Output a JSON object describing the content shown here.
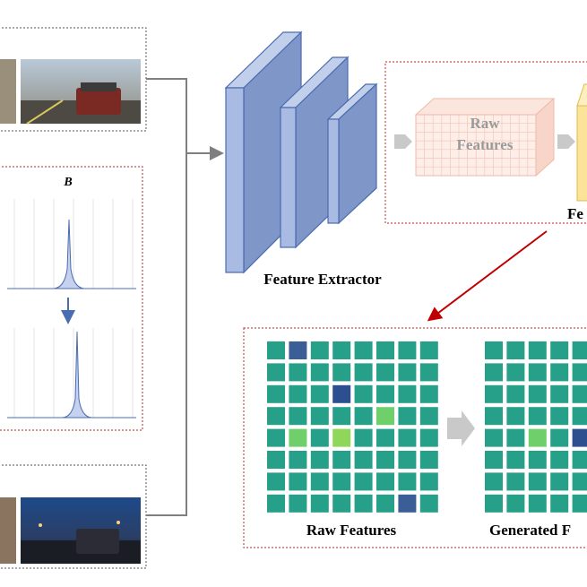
{
  "panel_b": {
    "label": "B"
  },
  "extractor": {
    "label": "Feature Extractor"
  },
  "raw_block": {
    "label_line1": "Raw",
    "label_line2": "Features"
  },
  "generated_block": {
    "partial_label": "Fe"
  },
  "grids": {
    "raw_label": "Raw Features",
    "generated_label": "Generated F"
  },
  "colors": {
    "cube_blue": "#9db3dd",
    "cube_edge": "#4a6cb0",
    "dotted_red": "#c0504d",
    "arrow_red": "#c00000",
    "grid_cell": "#27a08a",
    "gray_line": "#7f7f7f"
  },
  "raw_grid_cells": [
    "t",
    "b",
    "t",
    "t",
    "t",
    "t",
    "t",
    "t",
    "t",
    "t",
    "t",
    "t",
    "t",
    "t",
    "t",
    "t",
    "t",
    "t",
    "t",
    "d",
    "t",
    "t",
    "t",
    "t",
    "t",
    "t",
    "t",
    "t",
    "t",
    "g",
    "t",
    "t",
    "t",
    "g",
    "t",
    "l",
    "t",
    "t",
    "t",
    "t",
    "t",
    "t",
    "t",
    "t",
    "t",
    "t",
    "t",
    "t",
    "t",
    "t",
    "t",
    "t",
    "t",
    "t",
    "t",
    "t",
    "t",
    "t",
    "t",
    "t",
    "t",
    "t",
    "b",
    "t"
  ],
  "gen_grid_cells": [
    "t",
    "t",
    "t",
    "t",
    "t",
    "t",
    "t",
    "t",
    "t",
    "t",
    "t",
    "t",
    "t",
    "t",
    "t",
    "t",
    "t",
    "t",
    "t",
    "t",
    "t",
    "t",
    "g",
    "t",
    "d",
    "t",
    "t",
    "t",
    "t",
    "t",
    "t",
    "t",
    "t",
    "t",
    "t",
    "t",
    "t",
    "t",
    "t",
    "t"
  ]
}
